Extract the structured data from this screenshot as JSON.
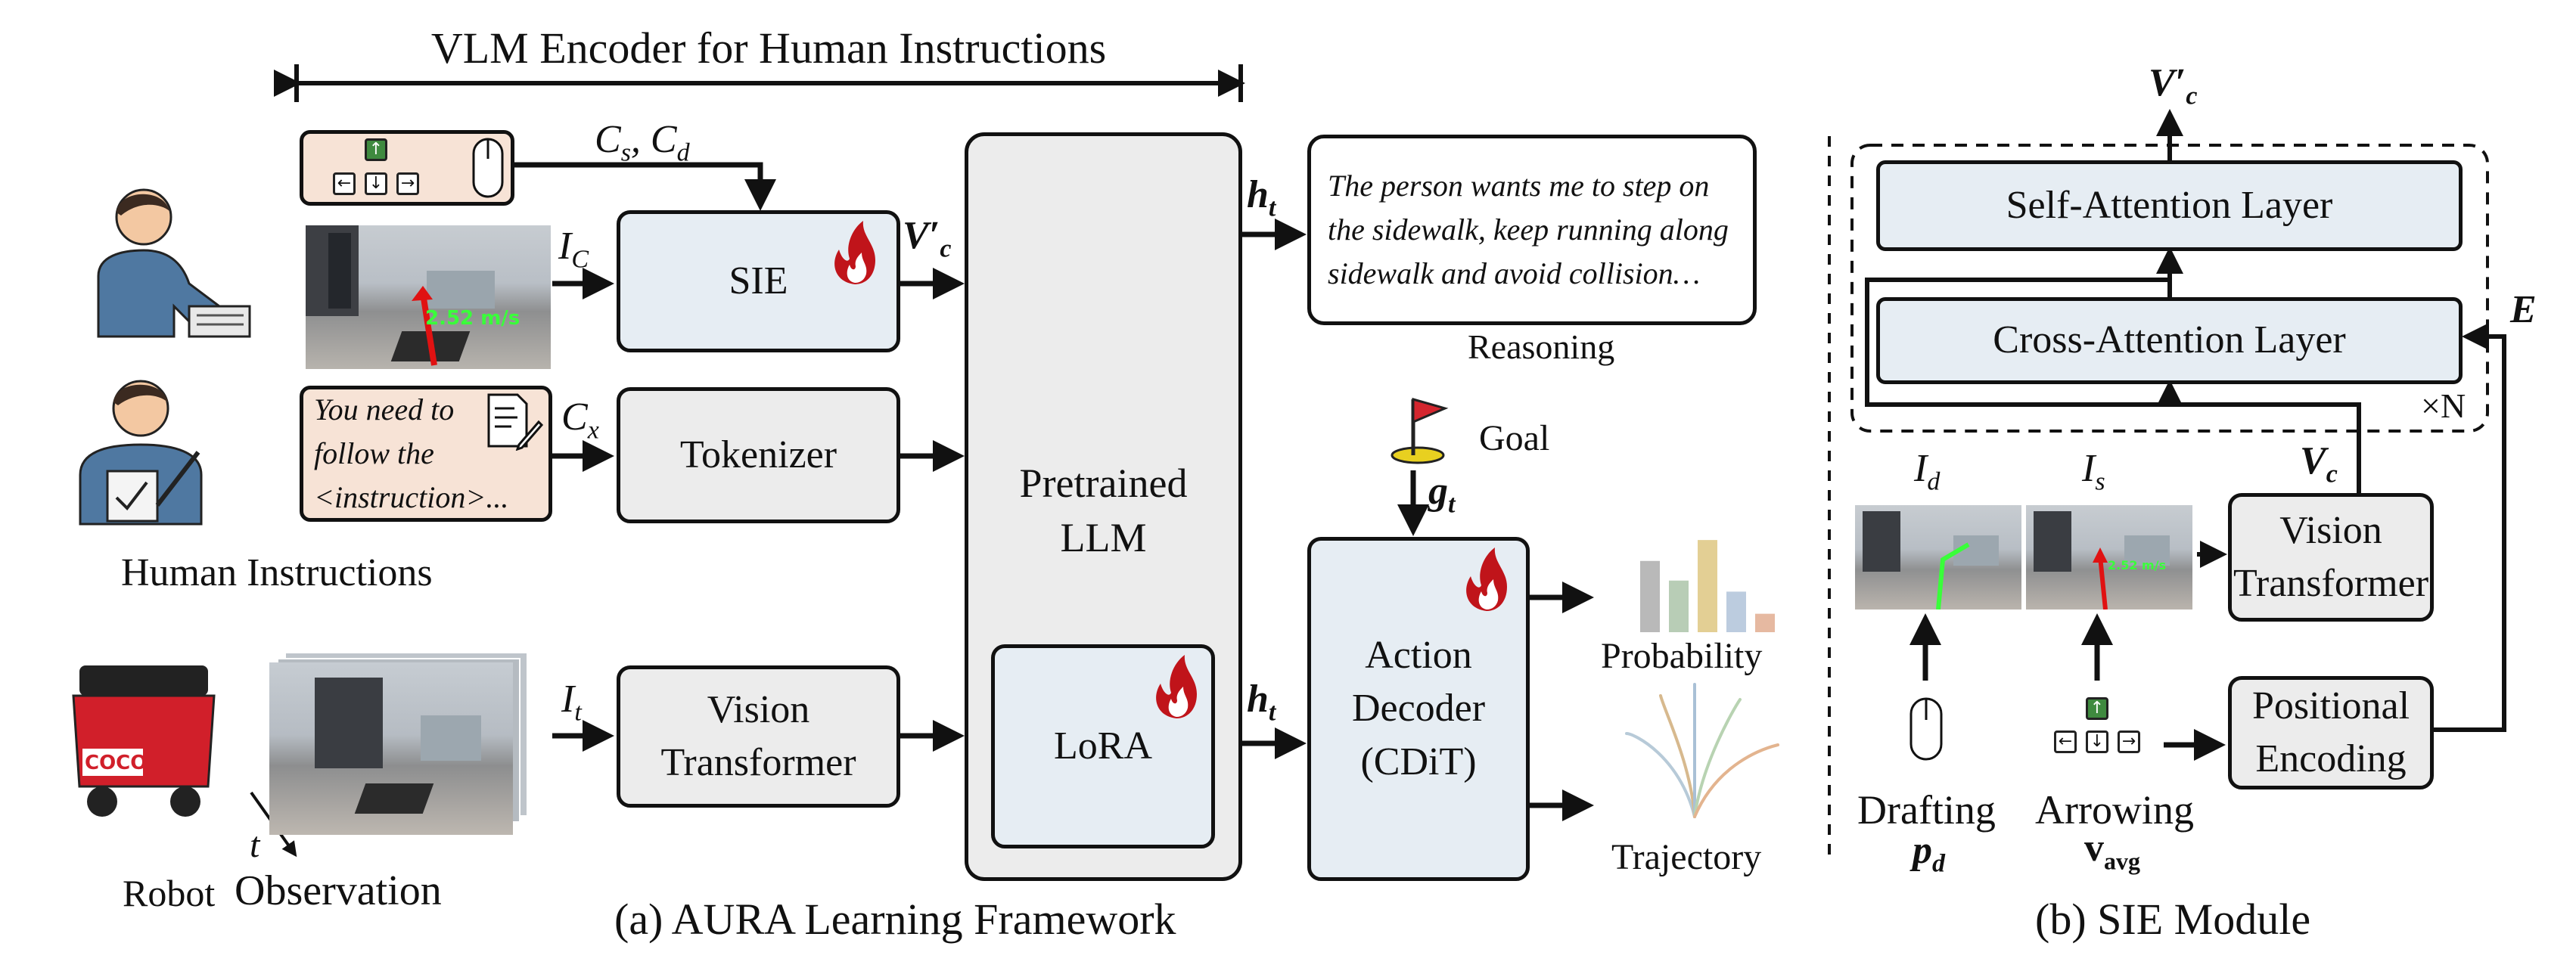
{
  "header": {
    "title": "VLM Encoder for Human Instructions"
  },
  "left_panel": {
    "inputs": {
      "cs_cd": "C",
      "cs_sub": "s",
      "cd_sub": "d",
      "ic": "I",
      "ic_sub": "C",
      "cx": "C",
      "cx_sub": "x",
      "it": "I",
      "it_sub": "t",
      "t": "t"
    },
    "speed_label": "2.52 m/s",
    "instruction_text": "You need to follow the <instruction>...",
    "human_instructions": "Human Instructions",
    "robot_observation_a": "Robot",
    "robot_observation_b": "Observation",
    "coco_label": "COCO",
    "sie_box": "SIE",
    "tokenizer_box": "Tokenizer",
    "vit_box_line1": "Vision",
    "vit_box_line2": "Transformer",
    "vc_prime": "V′",
    "vc_prime_sub": "c",
    "llm_line1": "Pretrained",
    "llm_line2": "LLM",
    "lora": "LoRA",
    "ht_top": "h",
    "ht_bottom": "h",
    "ht_sub": "t",
    "reasoning_text": "The person wants me to step on the sidewalk, keep running along sidewalk and avoid collision…",
    "reasoning_label": "Reasoning",
    "goal_label": "Goal",
    "gt": "g",
    "gt_sub": "t",
    "action_line1": "Action",
    "action_line2": "Decoder",
    "action_line3": "(CDiT)",
    "probability_label": "Probability",
    "trajectory_label": "Trajectory",
    "caption": "(a) AURA Learning Framework"
  },
  "right_panel": {
    "vc_prime_out": "V′",
    "vc_prime_out_sub": "c",
    "self_attn": "Self-Attention Layer",
    "cross_attn": "Cross-Attention Layer",
    "times_n": "×N",
    "e_label": "E",
    "vc": "V",
    "vc_sub": "c",
    "id": "I",
    "id_sub": "d",
    "is": "I",
    "is_sub": "s",
    "vit_line1": "Vision",
    "vit_line2": "Transformer",
    "pos_line1": "Positional",
    "pos_line2": "Encoding",
    "drafting": "Drafting",
    "pd": "p",
    "pd_sub": "d",
    "arrowing": "Arrowing",
    "vavg": "v",
    "vavg_sub": "avg",
    "speed_small": "2.52 m/s",
    "caption": "(b) SIE Module"
  },
  "colors": {
    "box_blue": "#e6edf3",
    "box_gray": "#ececec",
    "box_peach": "#f7e3d6",
    "flame_red": "#c0141a",
    "speed_green": "#39ff3a",
    "arrow_red": "#e01212"
  },
  "probability_bars": [
    0.58,
    0.42,
    0.75,
    0.33,
    0.15
  ]
}
